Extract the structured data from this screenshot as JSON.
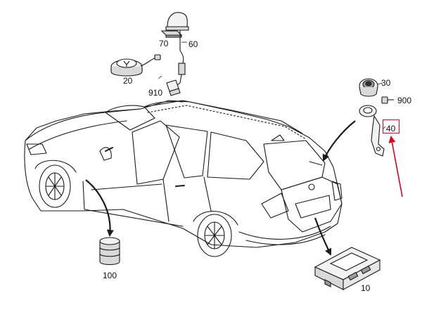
{
  "labels": {
    "p10": "10",
    "p20": "20",
    "p30": "30",
    "p40": "40",
    "p60": "60",
    "p70": "70",
    "p100": "100",
    "p900": "900",
    "p910": "910"
  },
  "colors": {
    "line": "#1a1a1a",
    "highlight": "#e2001a",
    "fill_light": "#f2f2f2",
    "fill_mid": "#d9d9d9"
  }
}
